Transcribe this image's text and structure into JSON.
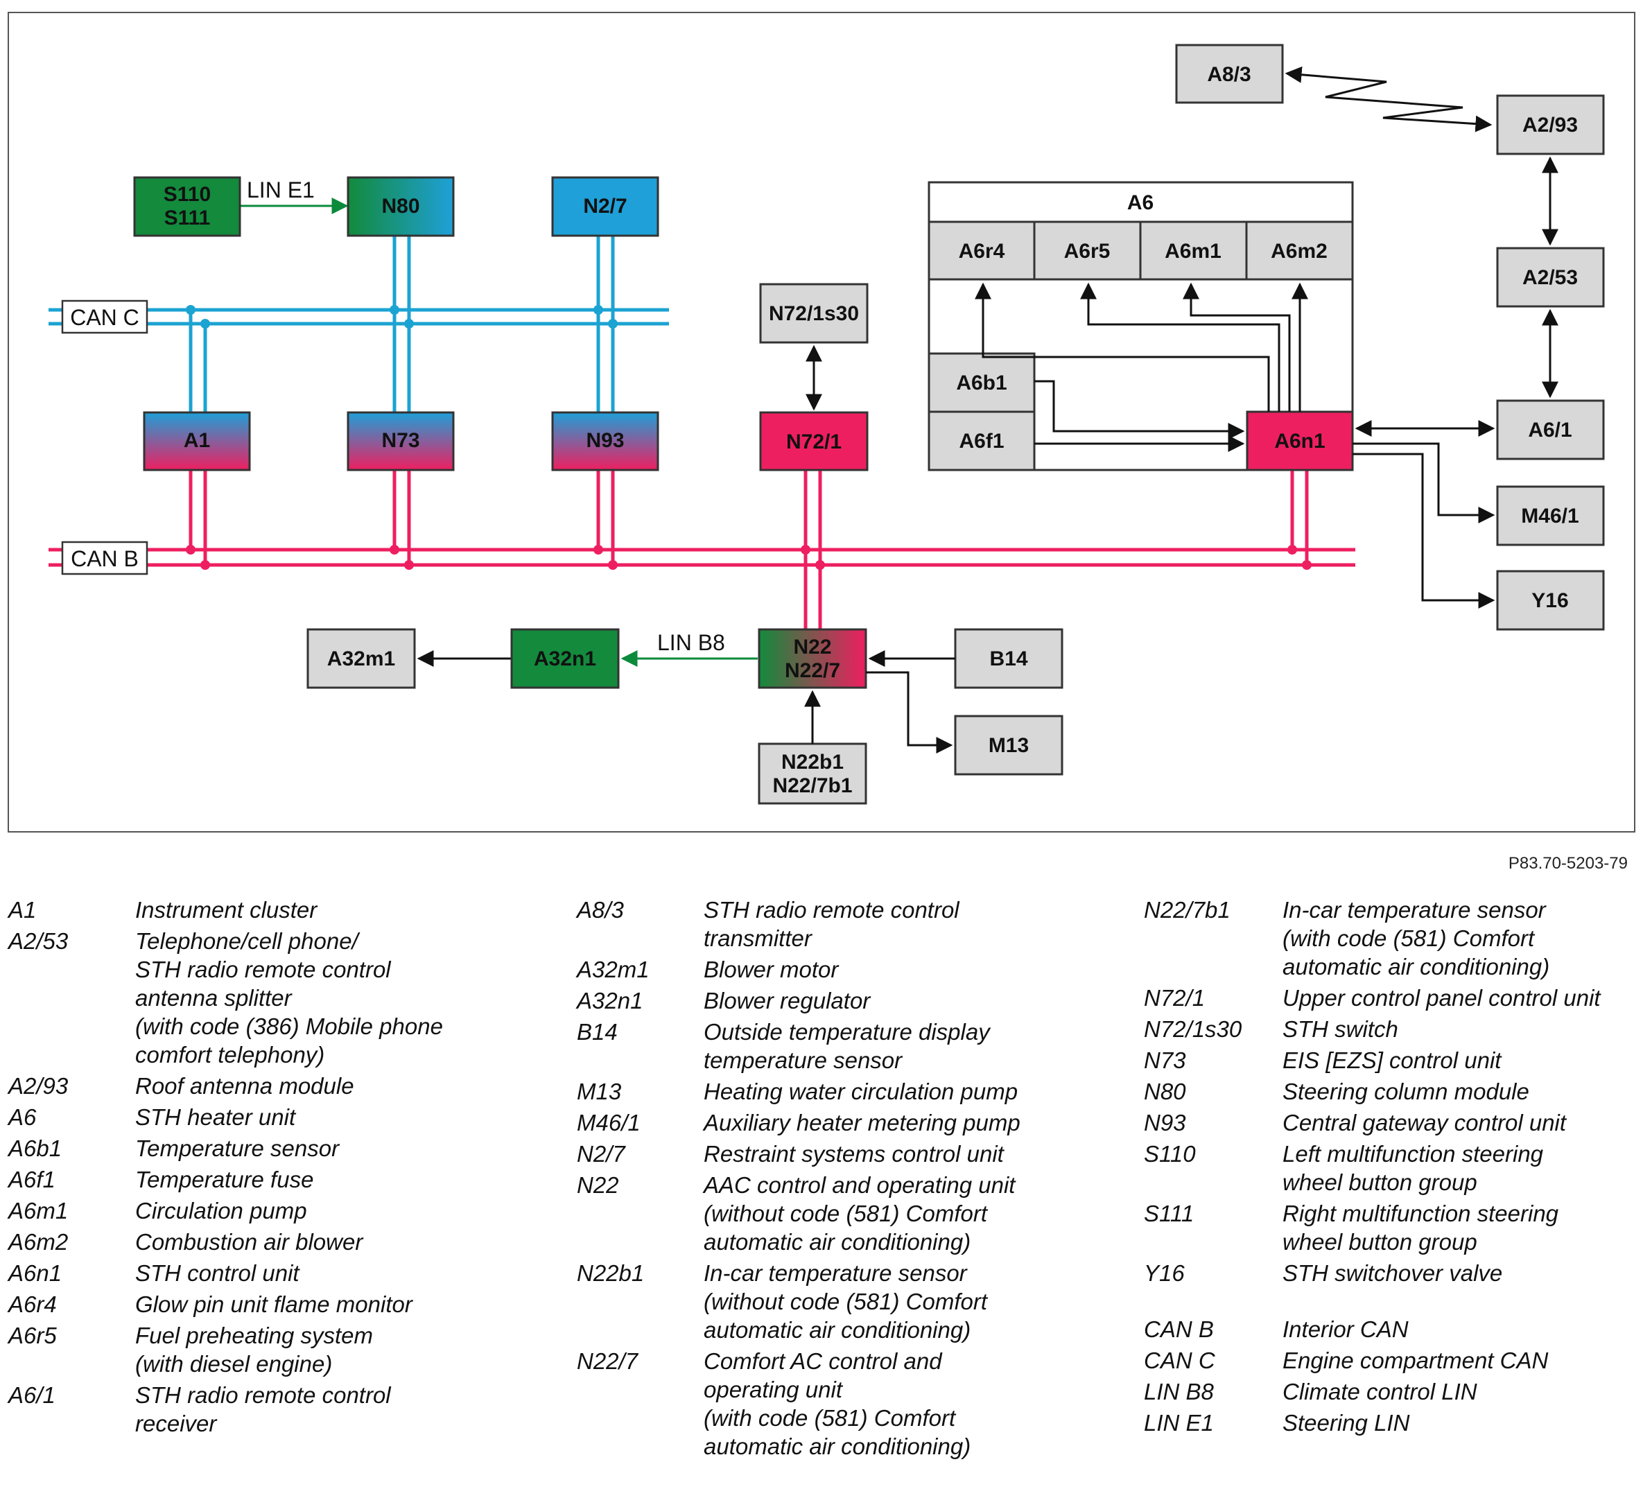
{
  "diagram": {
    "a6_group_label": "A6",
    "bus_labels": {
      "can_c": "CAN C",
      "can_b": "CAN B",
      "lin_e1": "LIN E1",
      "lin_b8": "LIN B8"
    },
    "colors": {
      "can_c": "#1ba3d2",
      "can_b": "#ee1f60",
      "lin": "#0b8a3c",
      "green_box": "#138a3c",
      "blue_box": "#1fa0d8",
      "red_box": "#ee1f60",
      "gray_box": "#d8d8d8",
      "arrow": "#111111"
    },
    "nodes": {
      "s110_s111": [
        "S110",
        "S111"
      ],
      "n80": "N80",
      "n2_7": "N2/7",
      "a1": "A1",
      "n73": "N73",
      "n93": "N93",
      "n72_1s30": "N72/1s30",
      "n72_1": "N72/1",
      "n22": [
        "N22",
        "N22/7"
      ],
      "a32n1": "A32n1",
      "a32m1": "A32m1",
      "b14": "B14",
      "m13": "M13",
      "n22b1": [
        "N22b1",
        "N22/7b1"
      ],
      "a6r4": "A6r4",
      "a6r5": "A6r5",
      "a6m1": "A6m1",
      "a6m2": "A6m2",
      "a6b1": "A6b1",
      "a6f1": "A6f1",
      "a6n1": "A6n1",
      "a8_3": "A8/3",
      "a2_93": "A2/93",
      "a2_53": "A2/53",
      "a6_1": "A6/1",
      "m46_1": "M46/1",
      "y16": "Y16"
    }
  },
  "figure_code": "P83.70-5203-79",
  "legend": {
    "columns": [
      [
        {
          "code": "A1",
          "desc": "Instrument cluster"
        },
        {
          "code": "A2/53",
          "desc": "Telephone/cell phone/\nSTH radio remote control\nantenna splitter\n(with code (386) Mobile phone\ncomfort telephony)"
        },
        {
          "code": "A2/93",
          "desc": "Roof antenna module"
        },
        {
          "code": "A6",
          "desc": "STH heater unit"
        },
        {
          "code": "A6b1",
          "desc": "Temperature sensor"
        },
        {
          "code": "A6f1",
          "desc": "Temperature fuse"
        },
        {
          "code": "A6m1",
          "desc": "Circulation pump"
        },
        {
          "code": "A6m2",
          "desc": "Combustion air blower"
        },
        {
          "code": "A6n1",
          "desc": "STH control unit"
        },
        {
          "code": "A6r4",
          "desc": "Glow pin unit flame monitor"
        },
        {
          "code": "A6r5",
          "desc": "Fuel preheating system\n(with diesel engine)"
        },
        {
          "code": "A6/1",
          "desc": "STH radio remote control\nreceiver"
        }
      ],
      [
        {
          "code": "A8/3",
          "desc": "STH radio remote control\ntransmitter"
        },
        {
          "code": "A32m1",
          "desc": "Blower motor"
        },
        {
          "code": "A32n1",
          "desc": "Blower regulator"
        },
        {
          "code": "B14",
          "desc": "Outside temperature display\ntemperature sensor"
        },
        {
          "code": "M13",
          "desc": "Heating water circulation pump"
        },
        {
          "code": "M46/1",
          "desc": "Auxiliary heater metering pump"
        },
        {
          "code": "N2/7",
          "desc": "Restraint systems control unit"
        },
        {
          "code": "N22",
          "desc": "AAC control and operating unit\n(without code (581) Comfort\nautomatic air conditioning)"
        },
        {
          "code": "N22b1",
          "desc": "In-car temperature sensor\n(without code (581) Comfort\nautomatic air conditioning)"
        },
        {
          "code": "N22/7",
          "desc": "Comfort AC control and\noperating unit\n(with code (581) Comfort\nautomatic air conditioning)"
        }
      ],
      [
        {
          "code": "N22/7b1",
          "desc": "In-car temperature sensor\n(with code (581) Comfort\nautomatic air conditioning)"
        },
        {
          "code": "N72/1",
          "desc": "Upper control panel control unit"
        },
        {
          "code": "N72/1s30",
          "desc": "STH switch"
        },
        {
          "code": "N73",
          "desc": "EIS [EZS] control unit"
        },
        {
          "code": "N80",
          "desc": "Steering column module"
        },
        {
          "code": "N93",
          "desc": "Central gateway control unit"
        },
        {
          "code": "S110",
          "desc": "Left multifunction steering\nwheel button group"
        },
        {
          "code": "S111",
          "desc": "Right multifunction steering\nwheel button group"
        },
        {
          "code": "Y16",
          "desc": "STH switchover valve"
        },
        {
          "code": "CAN B",
          "desc": "Interior CAN"
        },
        {
          "code": "CAN C",
          "desc": "Engine compartment CAN"
        },
        {
          "code": "LIN B8",
          "desc": "Climate control LIN"
        },
        {
          "code": "LIN E1",
          "desc": "Steering LIN"
        }
      ]
    ]
  }
}
